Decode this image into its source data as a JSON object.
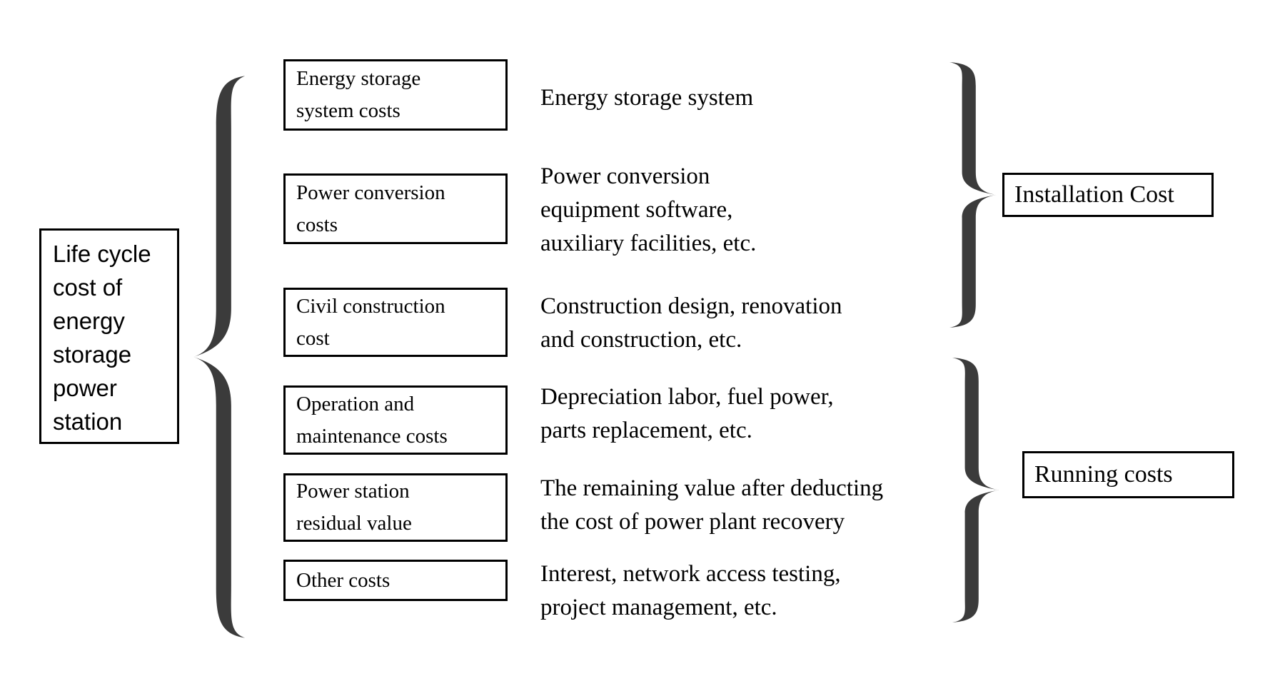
{
  "colors": {
    "background": "#ffffff",
    "text": "#000000",
    "box_border": "#000000",
    "brace": "#3b3b3b"
  },
  "root_box": {
    "label": "Life cycle\ncost of\nenergy\nstorage\npower\nstation"
  },
  "items": [
    {
      "box_label": "Energy storage\nsystem costs",
      "description": "Energy storage system"
    },
    {
      "box_label": "Power conversion\ncosts",
      "description": "Power conversion\nequipment software,\nauxiliary facilities, etc."
    },
    {
      "box_label": "Civil construction\ncost",
      "description": "Construction design, renovation\nand construction, etc."
    },
    {
      "box_label": "Operation and\nmaintenance costs",
      "description": "Depreciation labor, fuel power,\nparts replacement, etc."
    },
    {
      "box_label": "Power station\nresidual value",
      "description": "The remaining value after deducting\nthe cost of power plant recovery"
    },
    {
      "box_label": "Other costs",
      "description": "Interest, network access testing,\nproject management, etc."
    }
  ],
  "groups": [
    {
      "label": "Installation Cost"
    },
    {
      "label": "Running costs"
    }
  ]
}
